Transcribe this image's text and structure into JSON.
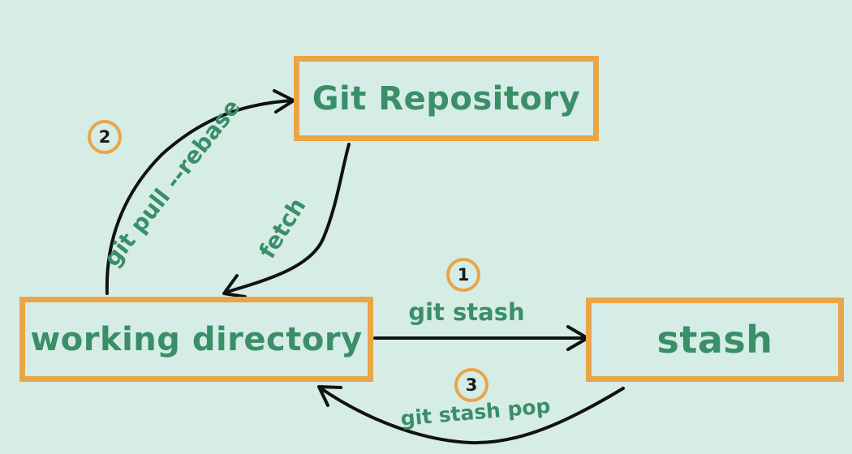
{
  "nodes": {
    "repository": "Git Repository",
    "working_directory": "working directory",
    "stash": "stash"
  },
  "edges": {
    "pull_rebase": {
      "step": "2",
      "label": "git pull --rebase"
    },
    "fetch": {
      "label": "fetch"
    },
    "stash": {
      "step": "1",
      "label": "git stash"
    },
    "stash_pop": {
      "step": "3",
      "label": "git stash pop"
    }
  },
  "colors": {
    "background": "#d6ede6",
    "box_border": "#e9a548",
    "text": "#3a8e68",
    "arrow": "#111111"
  }
}
